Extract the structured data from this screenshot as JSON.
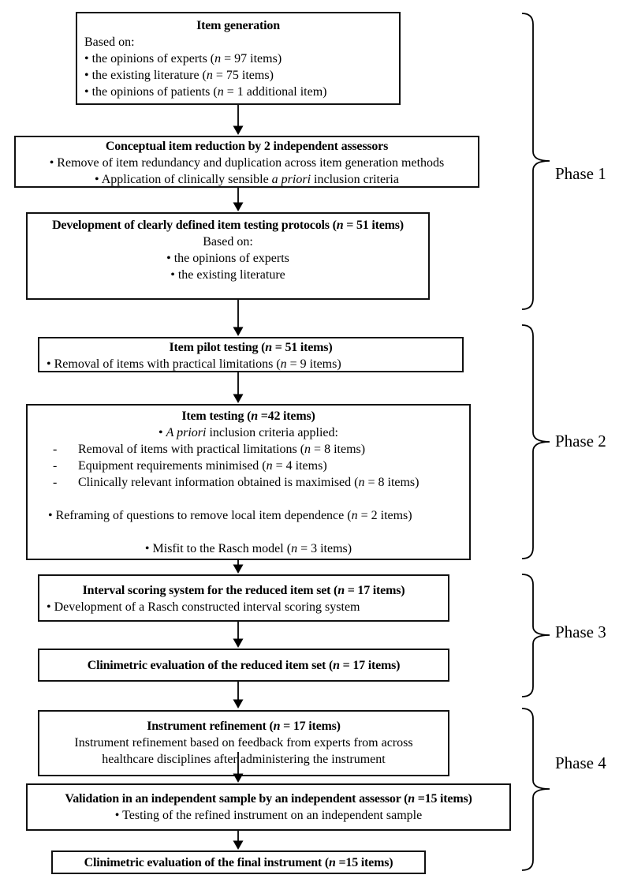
{
  "figure": {
    "background_color": "#ffffff",
    "line_color": "#000000",
    "description": "Flowchart of instrument item generation, reduction, testing and validation across four phases"
  },
  "boxes": [
    {
      "id": "item-generation",
      "lines": [
        {
          "style": "title",
          "segs": [
            {
              "t": "Item generation"
            }
          ]
        },
        {
          "style": "left",
          "segs": [
            {
              "t": "Based on:"
            }
          ]
        },
        {
          "style": "left",
          "segs": [
            {
              "t": "• the opinions of experts ("
            },
            {
              "t": "n",
              "i": true
            },
            {
              "t": " = 97 items)"
            }
          ]
        },
        {
          "style": "left",
          "segs": [
            {
              "t": "• the existing literature ("
            },
            {
              "t": "n",
              "i": true
            },
            {
              "t": " = 75 items)"
            }
          ]
        },
        {
          "style": "left",
          "segs": [
            {
              "t": "• the opinions of patients ("
            },
            {
              "t": "n",
              "i": true
            },
            {
              "t": " = 1 additional item)"
            }
          ]
        }
      ]
    },
    {
      "id": "conceptual-item-reduction",
      "lines": [
        {
          "style": "title",
          "segs": [
            {
              "t": "Conceptual item reduction by 2 independent assessors"
            }
          ]
        },
        {
          "style": "center",
          "segs": [
            {
              "t": "• Remove of item redundancy and duplication across item generation methods"
            }
          ]
        },
        {
          "style": "center",
          "segs": [
            {
              "t": "• Application of clinically sensible "
            },
            {
              "t": "a priori",
              "i": true
            },
            {
              "t": " inclusion criteria"
            }
          ]
        }
      ]
    },
    {
      "id": "item-testing-protocols",
      "lines": [
        {
          "style": "title",
          "segs": [
            {
              "t": "Development of clearly defined item testing protocols ("
            },
            {
              "t": "n",
              "i": true
            },
            {
              "t": " = 51 items)"
            }
          ]
        },
        {
          "style": "center",
          "segs": [
            {
              "t": "Based on:"
            }
          ]
        },
        {
          "style": "center",
          "segs": [
            {
              "t": "• the opinions of experts"
            }
          ]
        },
        {
          "style": "center",
          "segs": [
            {
              "t": "• the existing literature"
            }
          ]
        }
      ]
    },
    {
      "id": "item-pilot-testing",
      "lines": [
        {
          "style": "title",
          "segs": [
            {
              "t": "Item pilot testing ("
            },
            {
              "t": "n",
              "i": true
            },
            {
              "t": " = 51 items)"
            }
          ]
        },
        {
          "style": "left",
          "segs": [
            {
              "t": "• Removal of items with practical limitations ("
            },
            {
              "t": "n",
              "i": true
            },
            {
              "t": " = 9 items)"
            }
          ]
        }
      ]
    },
    {
      "id": "item-testing",
      "lines": [
        {
          "style": "title",
          "segs": [
            {
              "t": "Item testing ("
            },
            {
              "t": "n",
              "i": true
            },
            {
              "t": " =42 items)"
            }
          ]
        },
        {
          "style": "center",
          "segs": [
            {
              "t": "• "
            },
            {
              "t": "A priori",
              "i": true
            },
            {
              "t": " inclusion criteria applied:"
            }
          ]
        },
        {
          "style": "dash",
          "marker": "-",
          "segs": [
            {
              "t": "Removal of items with practical limitations ("
            },
            {
              "t": "n",
              "i": true
            },
            {
              "t": " = 8 items)"
            }
          ]
        },
        {
          "style": "dash",
          "marker": "-",
          "segs": [
            {
              "t": "Equipment requirements minimised ("
            },
            {
              "t": "n",
              "i": true
            },
            {
              "t": " = 4 items)"
            }
          ]
        },
        {
          "style": "dash",
          "marker": "-",
          "segs": [
            {
              "t": "Clinically relevant information obtained is maximised ("
            },
            {
              "t": "n",
              "i": true
            },
            {
              "t": " = 8 items)"
            }
          ]
        },
        {
          "style": "spacer",
          "segs": []
        },
        {
          "style": "indent",
          "segs": [
            {
              "t": "• Reframing of questions to remove local item dependence ("
            },
            {
              "t": "n",
              "i": true
            },
            {
              "t": " = 2 items)"
            }
          ]
        },
        {
          "style": "spacer",
          "segs": []
        },
        {
          "style": "center",
          "segs": [
            {
              "t": "• Misfit to the Rasch model ("
            },
            {
              "t": "n",
              "i": true
            },
            {
              "t": " = 3 items)"
            }
          ]
        }
      ]
    },
    {
      "id": "interval-scoring-system",
      "lines": [
        {
          "style": "title",
          "segs": [
            {
              "t": "Interval scoring system for the reduced item set ("
            },
            {
              "t": "n",
              "i": true
            },
            {
              "t": " = 17 items)"
            }
          ]
        },
        {
          "style": "left",
          "segs": [
            {
              "t": "• Development of a Rasch constructed interval scoring system"
            }
          ]
        }
      ]
    },
    {
      "id": "clinimetric-evaluation-reduced",
      "lines": [
        {
          "style": "title",
          "segs": [
            {
              "t": "Clinimetric evaluation of the reduced item set ("
            },
            {
              "t": "n",
              "i": true
            },
            {
              "t": " = 17 items)"
            }
          ]
        }
      ]
    },
    {
      "id": "instrument-refinement",
      "lines": [
        {
          "style": "title",
          "segs": [
            {
              "t": "Instrument refinement ("
            },
            {
              "t": "n",
              "i": true
            },
            {
              "t": " = 17 items)"
            }
          ]
        },
        {
          "style": "center",
          "segs": [
            {
              "t": "Instrument refinement based on feedback from experts from across"
            }
          ]
        },
        {
          "style": "center",
          "segs": [
            {
              "t": "healthcare disciplines after administering the instrument"
            }
          ]
        }
      ]
    },
    {
      "id": "validation-independent-sample",
      "lines": [
        {
          "style": "title",
          "segs": [
            {
              "t": "Validation in an independent sample by an independent assessor ("
            },
            {
              "t": "n",
              "i": true
            },
            {
              "t": " =15 items)"
            }
          ]
        },
        {
          "style": "center",
          "segs": [
            {
              "t": "• Testing of the refined instrument on an independent sample"
            }
          ]
        }
      ]
    },
    {
      "id": "clinimetric-evaluation-final",
      "lines": [
        {
          "style": "title",
          "segs": [
            {
              "t": "Clinimetric evaluation of the final instrument ("
            },
            {
              "t": "n",
              "i": true
            },
            {
              "t": " =15 items)"
            }
          ]
        }
      ]
    }
  ],
  "phases": [
    {
      "label": "Phase 1"
    },
    {
      "label": "Phase 2"
    },
    {
      "label": "Phase 3"
    },
    {
      "label": "Phase 4"
    }
  ]
}
